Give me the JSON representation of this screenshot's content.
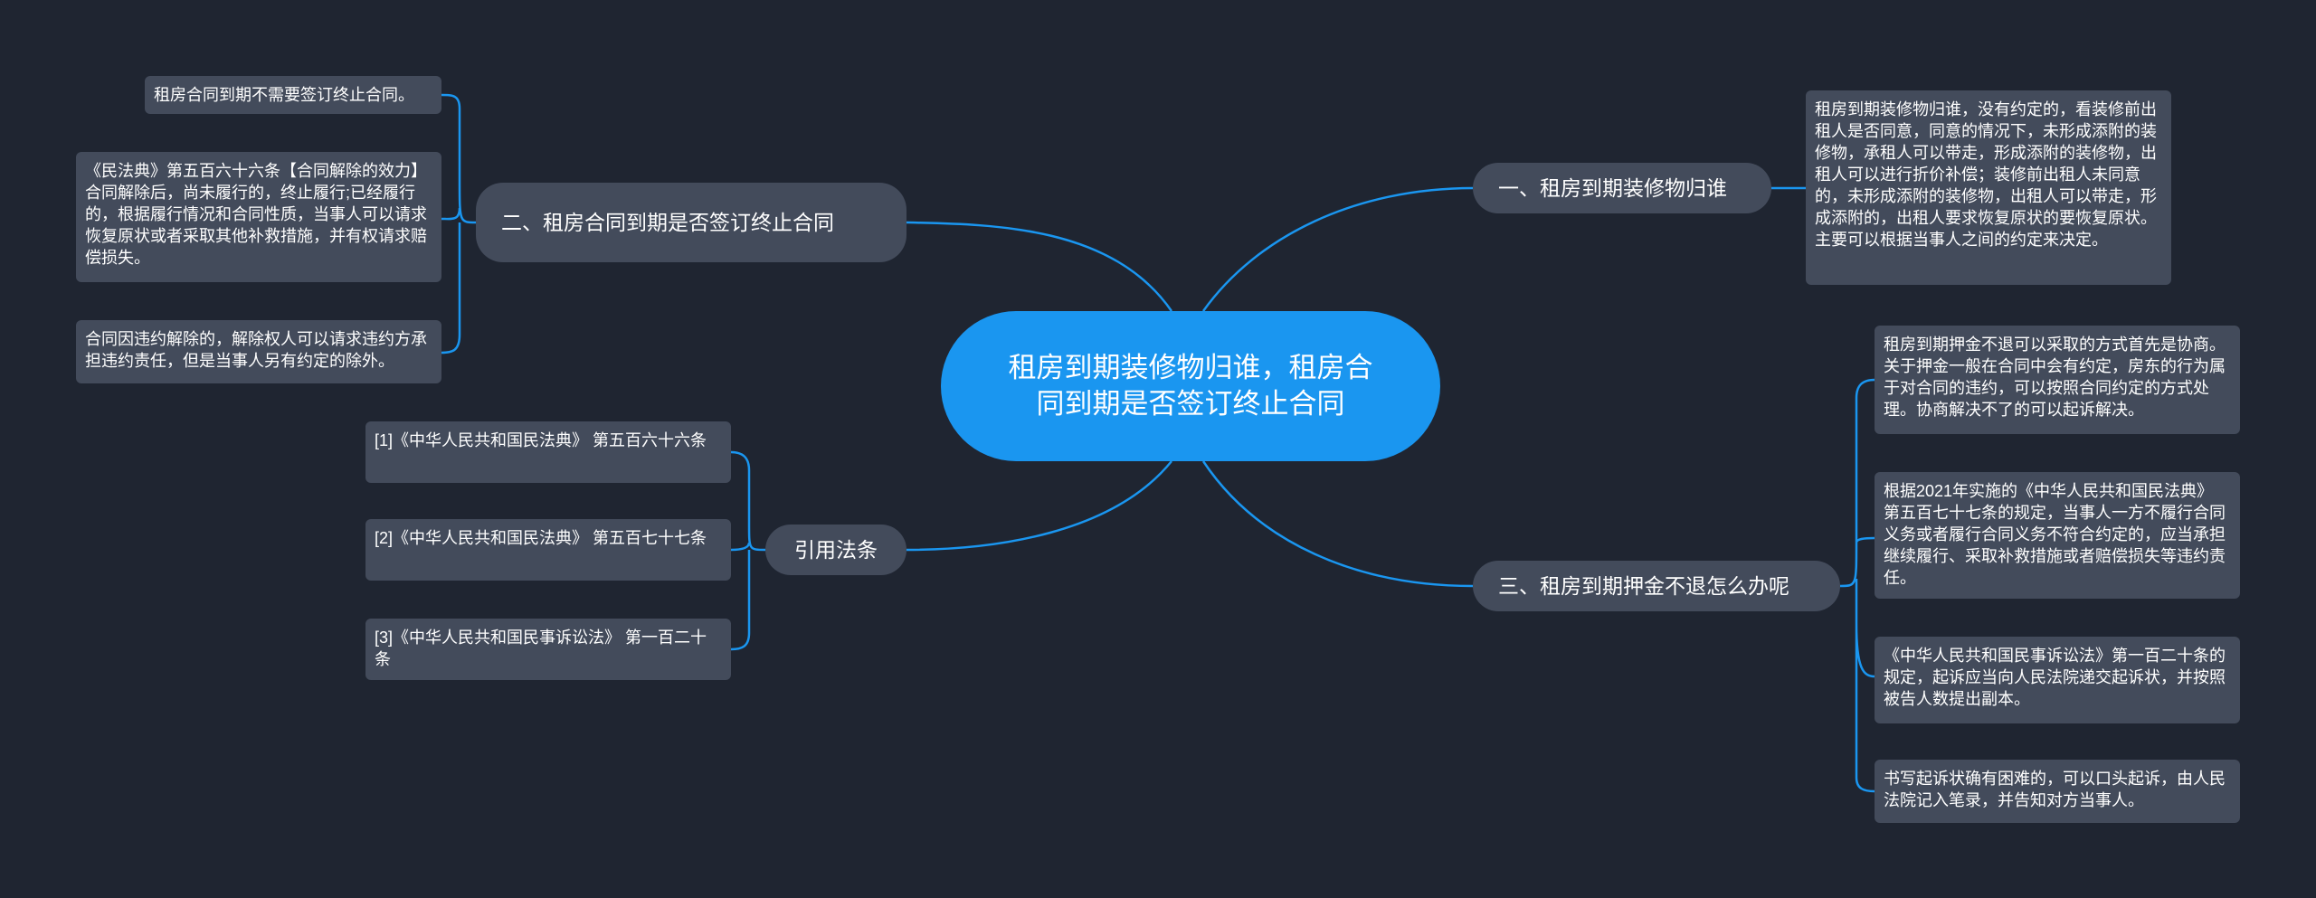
{
  "center": {
    "title": "租房到期装修物归谁，租房合同到期是否签订终止合同"
  },
  "branches": [
    {
      "label": "一、租房到期装修物归谁"
    },
    {
      "label": "二、租房合同到期是否签订终止合同"
    },
    {
      "label": "三、租房到期押金不退怎么办呢"
    },
    {
      "label": "引用法条"
    }
  ],
  "leaves": {
    "b1": [
      "租房到期装修物归谁，没有约定的，看装修前出租人是否同意，同意的情况下，未形成添附的装修物，承租人可以带走，形成添附的装修物，出租人可以进行折价补偿；装修前出租人未同意的，未形成添附的装修物，出租人可以带走，形成添附的，出租人要求恢复原状的要恢复原状。主要可以根据当事人之间的约定来决定。"
    ],
    "b2": [
      "租房合同到期不需要签订终止合同。",
      "《民法典》第五百六十六条【合同解除的效力】合同解除后，尚未履行的，终止履行;已经履行的，根据履行情况和合同性质，当事人可以请求恢复原状或者采取其他补救措施，并有权请求赔偿损失。",
      "合同因违约解除的，解除权人可以请求违约方承担违约责任，但是当事人另有约定的除外。"
    ],
    "b3": [
      "租房到期押金不退可以采取的方式首先是协商。关于押金一般在合同中会有约定，房东的行为属于对合同的违约，可以按照合同约定的方式处理。协商解决不了的可以起诉解决。",
      "根据2021年实施的《中华人民共和国民法典》 第五百七十七条的规定，当事人一方不履行合同义务或者履行合同义务不符合约定的，应当承担继续履行、采取补救措施或者赔偿损失等违约责任。",
      "《中华人民共和国民事诉讼法》第一百二十条的规定，起诉应当向人民法院递交起诉状，并按照被告人数提出副本。",
      "书写起诉状确有困难的，可以口头起诉，由人民法院记入笔录，并告知对方当事人。"
    ],
    "b4": [
      "[1]《中华人民共和国民法典》 第五百六十六条",
      "[2]《中华人民共和国民法典》 第五百七十七条",
      "[3]《中华人民共和国民事诉讼法》 第一百二十条"
    ]
  },
  "colors": {
    "background": "#1f2531",
    "center": "#1a96f0",
    "node": "#434b5b",
    "line": "#1a96f0",
    "text": "#ffffff"
  }
}
